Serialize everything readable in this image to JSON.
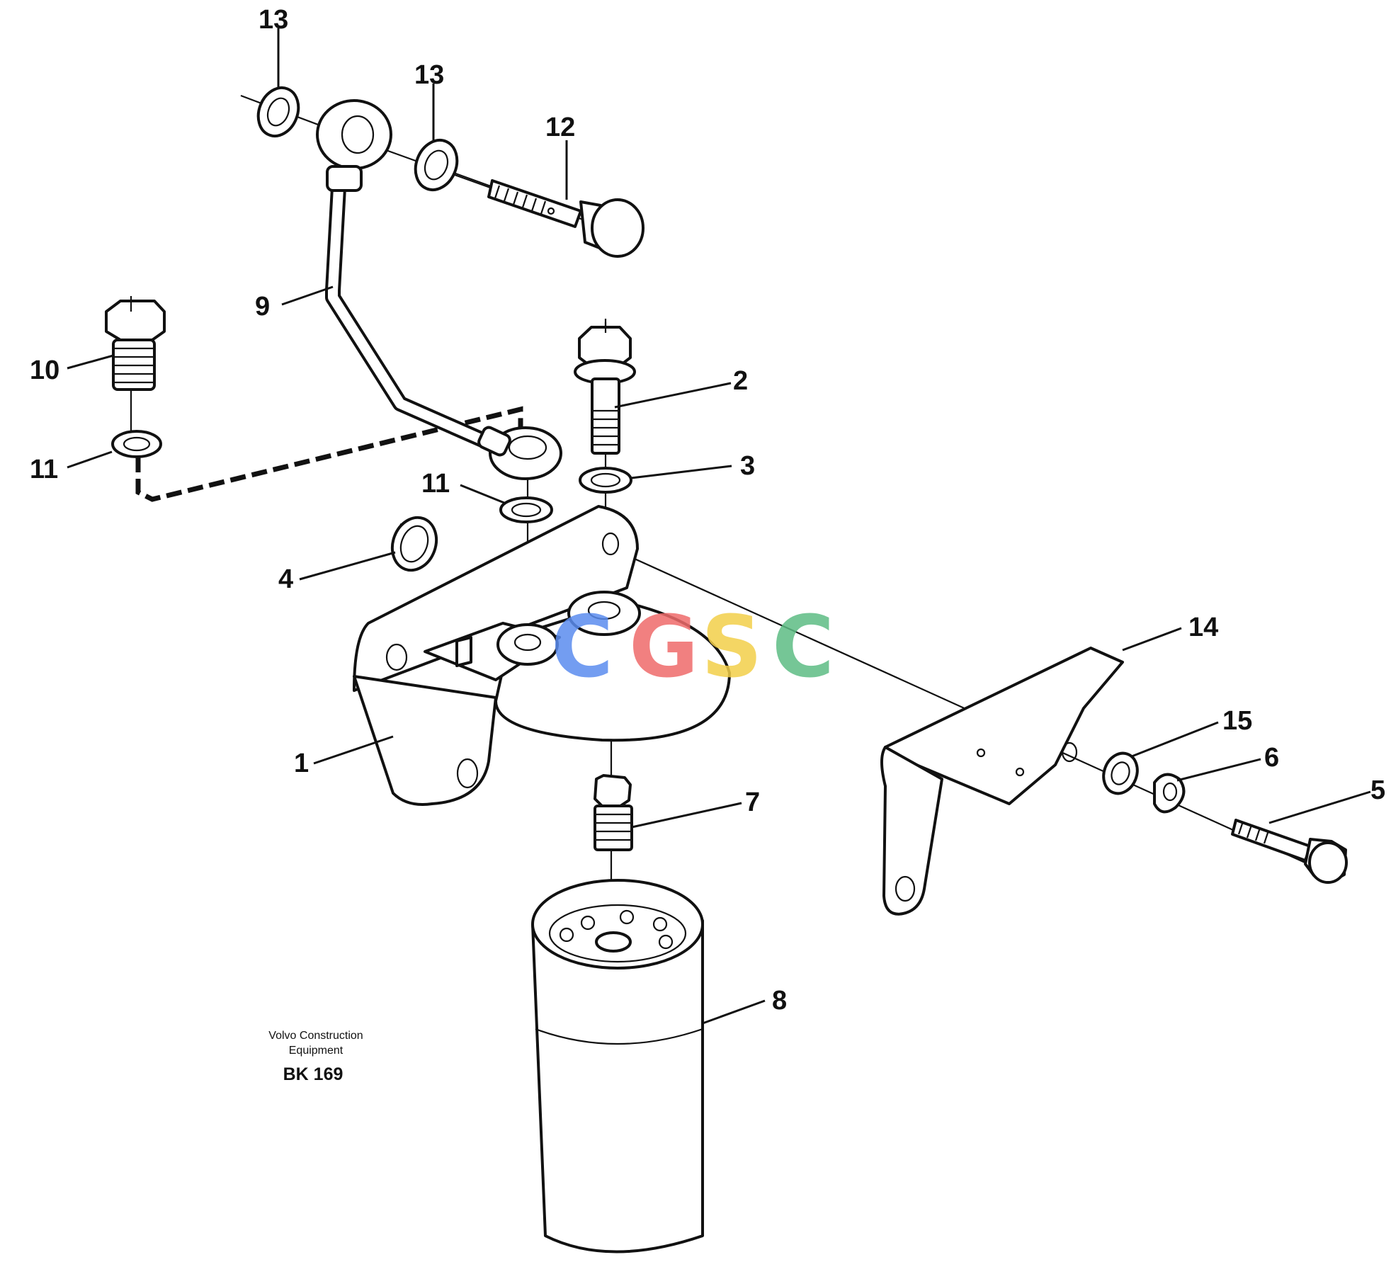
{
  "callouts": {
    "c1": "1",
    "c2": "2",
    "c3": "3",
    "c4": "4",
    "c5": "5",
    "c6": "6",
    "c7": "7",
    "c8": "8",
    "c9": "9",
    "c10": "10",
    "c11a": "11",
    "c11b": "11",
    "c12": "12",
    "c13a": "13",
    "c13b": "13",
    "c14": "14",
    "c15": "15"
  },
  "credit": {
    "line1": "Volvo Construction",
    "line2": "Equipment",
    "code": "BK 169"
  },
  "watermark": {
    "letters": [
      "C",
      "G",
      "S",
      "C"
    ],
    "colors": [
      "#5b8def",
      "#ef6b6b",
      "#f3cf4a",
      "#5dbd84"
    ]
  }
}
